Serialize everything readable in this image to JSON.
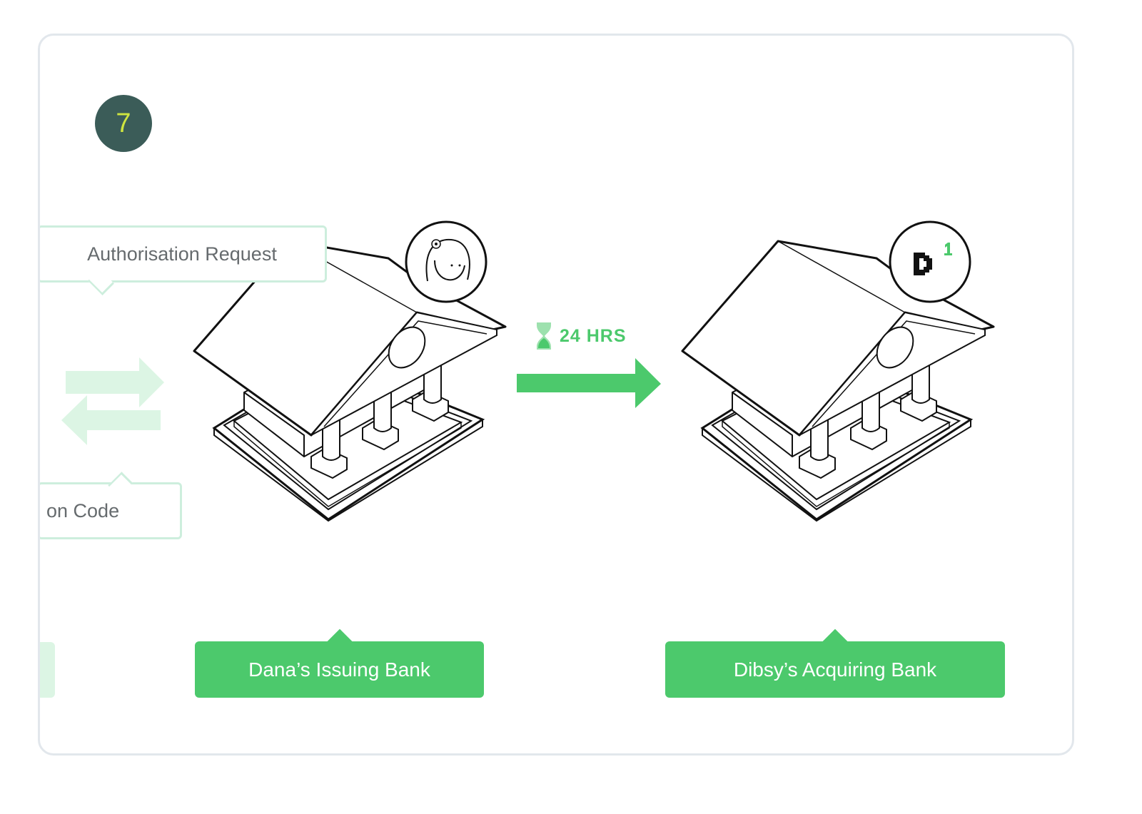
{
  "step": {
    "number": "7"
  },
  "messages": {
    "authorisation_request": "Authorisation Request",
    "code_fragment": "on Code"
  },
  "timer": {
    "label": "24 HRS",
    "icon": "hourglass-icon"
  },
  "banks": {
    "issuing": {
      "label": "Dana’s Issuing Bank",
      "logo": "dana-face-icon"
    },
    "acquiring": {
      "label": "Dibsy’s Acquiring Bank",
      "logo": "dibsy-logo-icon"
    }
  },
  "colors": {
    "accent_green": "#4cc96c",
    "pale_green": "#dcf5e4",
    "badge_bg": "#3b5c58",
    "badge_text": "#cfe53f",
    "card_border": "#e2e7ec"
  }
}
